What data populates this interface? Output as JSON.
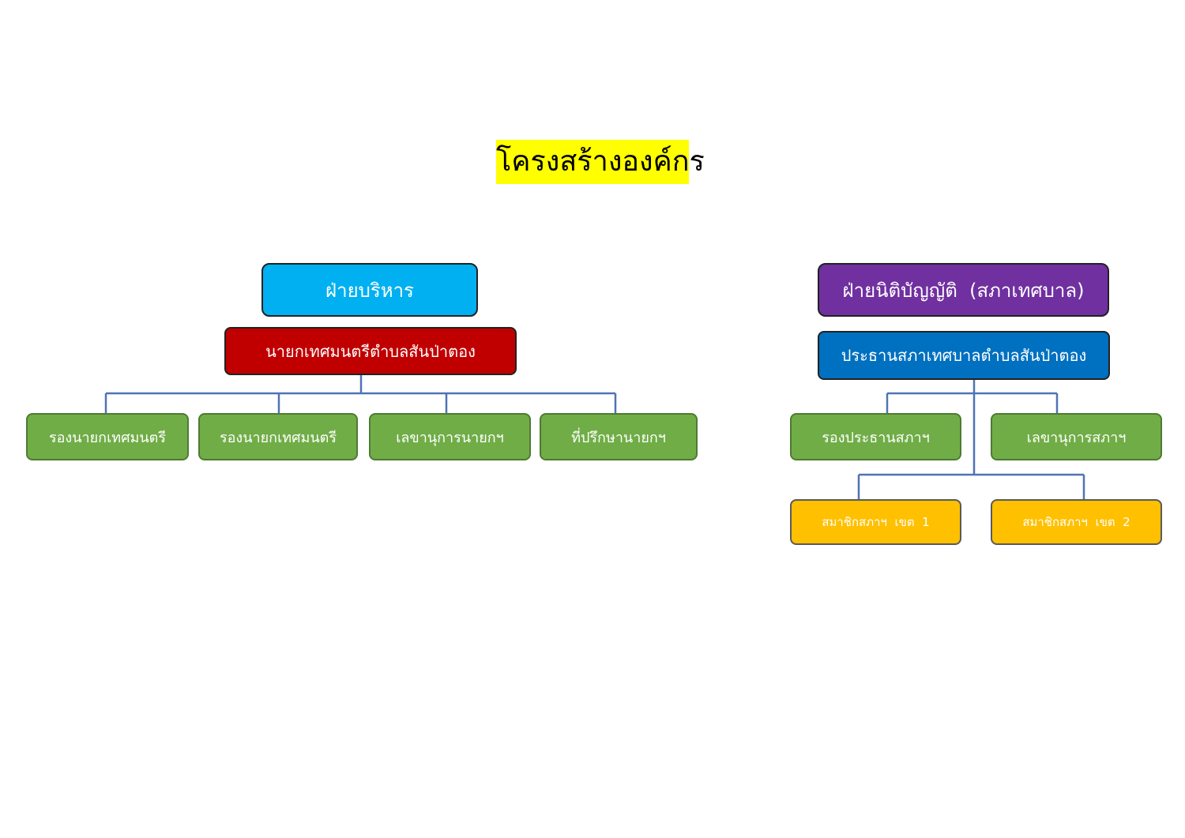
{
  "title": "โครงสร้างองค์กร",
  "colors": {
    "title_bg": "#ffff00",
    "executive_header": "#00b0f0",
    "executive_chief": "#c00000",
    "legislative_header": "#7030a0",
    "legislative_chief": "#0070c0",
    "staff_box": "#70ad47",
    "member_box": "#ffc000",
    "connector": "#4f73b6"
  },
  "executive": {
    "header": "ฝ่ายบริหาร",
    "chief": "นายกเทศมนตรีตำบลสันป่าตอง",
    "staff": [
      "รองนายกเทศมนตรี",
      "รองนายกเทศมนตรี",
      "เลขานุการนายกฯ",
      "ที่ปรึกษานายกฯ"
    ]
  },
  "legislative": {
    "header": "ฝ่ายนิติบัญญัติ  (สภาเทศบาล)",
    "chief": "ประธานสภาเทศบาลตำบลสันป่าตอง",
    "staff": [
      "รองประธานสภาฯ",
      "เลขานุการสภาฯ"
    ],
    "members": [
      "สมาชิกสภาฯ  เขต  1",
      "สมาชิกสภาฯ  เขต  2"
    ]
  }
}
